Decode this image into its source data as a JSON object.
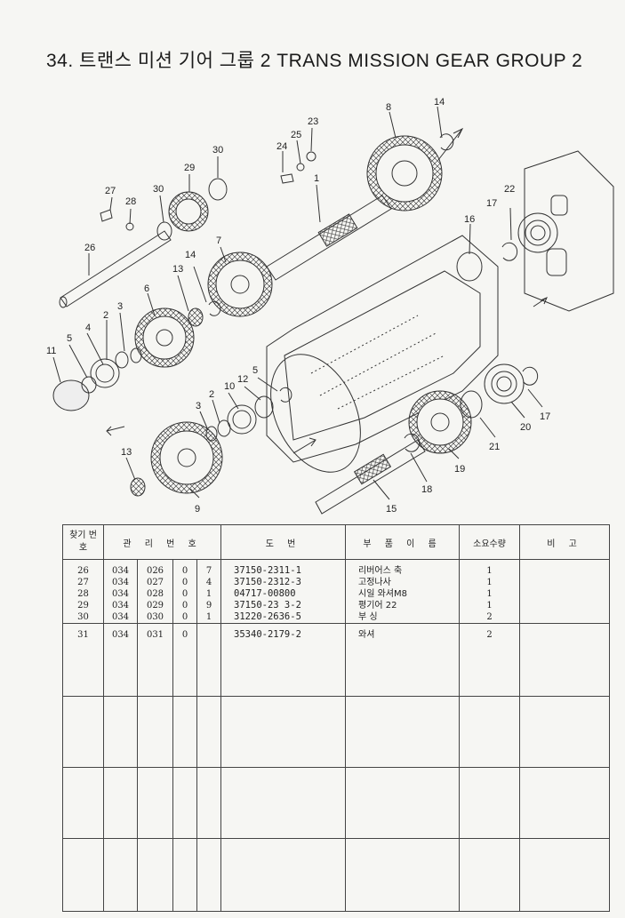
{
  "page": {
    "title": "34. 트랜스 미션 기어 그룹 2  TRANS MISSION GEAR GROUP 2"
  },
  "diagram": {
    "callouts": [
      "1",
      "2",
      "3",
      "4",
      "5",
      "6",
      "7",
      "8",
      "9",
      "10",
      "11",
      "12",
      "13",
      "14",
      "15",
      "16",
      "17",
      "18",
      "19",
      "20",
      "21",
      "22",
      "23",
      "24",
      "25",
      "26",
      "27",
      "28",
      "29",
      "30"
    ]
  },
  "table": {
    "headers": {
      "ref_no": "찾기 번호",
      "control_no": "관 리 번 호",
      "drawing_no": "도 번",
      "part_name": "부 품 이 름",
      "qty": "소요수량",
      "remarks": "비 고"
    },
    "rows": [
      {
        "ref": "26",
        "c1": "034",
        "c2": "026",
        "c3": "0",
        "c4": "7",
        "drawing": "37150-2311-1",
        "name": "리버어스 축",
        "qty": "1"
      },
      {
        "ref": "27",
        "c1": "034",
        "c2": "027",
        "c3": "0",
        "c4": "4",
        "drawing": "37150-2312-3",
        "name": "고정나사",
        "qty": "1"
      },
      {
        "ref": "28",
        "c1": "034",
        "c2": "028",
        "c3": "0",
        "c4": "1",
        "drawing": "04717-00800",
        "name": "시일 와셔M8",
        "qty": "1"
      },
      {
        "ref": "29",
        "c1": "034",
        "c2": "029",
        "c3": "0",
        "c4": "9",
        "drawing": "37150-23 3-2",
        "name": "평기어 22",
        "qty": "1"
      },
      {
        "ref": "30",
        "c1": "034",
        "c2": "030",
        "c3": "0",
        "c4": "1",
        "drawing": "31220-2636-5",
        "name": "부 싱",
        "qty": "2"
      },
      {
        "ref": "31",
        "c1": "034",
        "c2": "031",
        "c3": "0",
        "c4": "",
        "drawing": "35340-2179-2",
        "name": "와셔",
        "qty": "2"
      }
    ]
  }
}
